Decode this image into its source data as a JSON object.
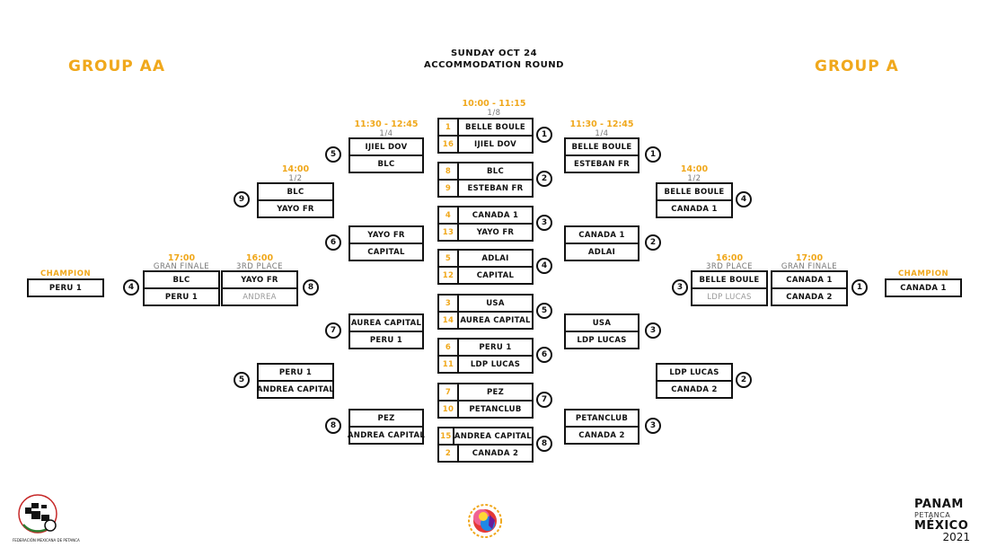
{
  "header": {
    "day": "SUNDAY OCT 24",
    "round": "ACCOMMODATION ROUND"
  },
  "groups": {
    "left": "GROUP AA",
    "right": "GROUP A"
  },
  "center": {
    "time": "10:00 - 11:15",
    "round": "1/8",
    "matches": [
      {
        "num": "1",
        "teams": [
          {
            "seed": "1",
            "name": "BELLE BOULE"
          },
          {
            "seed": "16",
            "name": "IJIEL DOV"
          }
        ]
      },
      {
        "num": "2",
        "teams": [
          {
            "seed": "8",
            "name": "BLC"
          },
          {
            "seed": "9",
            "name": "ESTEBAN FR"
          }
        ]
      },
      {
        "num": "3",
        "teams": [
          {
            "seed": "4",
            "name": "CANADA 1"
          },
          {
            "seed": "13",
            "name": "YAYO FR"
          }
        ]
      },
      {
        "num": "4",
        "teams": [
          {
            "seed": "5",
            "name": "ADLAI"
          },
          {
            "seed": "12",
            "name": "CAPITAL"
          }
        ]
      },
      {
        "num": "5",
        "teams": [
          {
            "seed": "3",
            "name": "USA"
          },
          {
            "seed": "14",
            "name": "AUREA CAPITAL"
          }
        ]
      },
      {
        "num": "6",
        "teams": [
          {
            "seed": "6",
            "name": "PERU 1"
          },
          {
            "seed": "11",
            "name": "LDP LUCAS"
          }
        ]
      },
      {
        "num": "7",
        "teams": [
          {
            "seed": "7",
            "name": "PEZ"
          },
          {
            "seed": "10",
            "name": "PETANCLUB"
          }
        ]
      },
      {
        "num": "8",
        "teams": [
          {
            "seed": "15",
            "name": "ANDREA CAPITAL"
          },
          {
            "seed": "2",
            "name": "CANADA 2"
          }
        ]
      }
    ]
  },
  "left": {
    "qf_time": "11:30 - 12:45",
    "qf_round": "1/4",
    "qf": [
      {
        "num": "5",
        "teams": [
          "IJIEL DOV",
          "BLC"
        ]
      },
      {
        "num": "6",
        "teams": [
          "YAYO FR",
          "CAPITAL"
        ]
      },
      {
        "num": "7",
        "teams": [
          "AUREA CAPITAL",
          "PERU 1"
        ]
      },
      {
        "num": "8",
        "teams": [
          "PEZ",
          "ANDREA CAPITAL"
        ]
      }
    ],
    "sf_time": "14:00",
    "sf_round": "1/2",
    "sf": [
      {
        "num": "9",
        "teams": [
          "BLC",
          "YAYO FR"
        ]
      },
      {
        "num": "5",
        "teams": [
          "PERU 1",
          "ANDREA CAPITAL"
        ]
      }
    ],
    "third_time": "16:00",
    "third_label": "3RD PLACE",
    "third": {
      "num": "8",
      "teams": [
        "YAYO FR",
        "ANDREA"
      ]
    },
    "final_time": "17:00",
    "final_label": "GRAN FINALE",
    "final": {
      "num": "4",
      "teams": [
        "BLC",
        "PERU 1"
      ]
    },
    "champion_label": "CHAMPION",
    "champion": "PERU 1"
  },
  "right": {
    "qf_time": "11:30 - 12:45",
    "qf_round": "1/4",
    "qf": [
      {
        "num": "1",
        "teams": [
          "BELLE BOULE",
          "ESTEBAN FR"
        ]
      },
      {
        "num": "2",
        "teams": [
          "CANADA 1",
          "ADLAI"
        ]
      },
      {
        "num": "3",
        "teams": [
          "USA",
          "LDP LUCAS"
        ]
      },
      {
        "num": "3",
        "teams": [
          "PETANCLUB",
          "CANADA 2"
        ]
      }
    ],
    "sf_time": "14:00",
    "sf_round": "1/2",
    "sf": [
      {
        "num": "4",
        "teams": [
          "BELLE BOULE",
          "CANADA 1"
        ]
      },
      {
        "num": "2",
        "teams": [
          "LDP LUCAS",
          "CANADA 2"
        ]
      }
    ],
    "third_time": "16:00",
    "third_label": "3RD PLACE",
    "third": {
      "num": "3",
      "teams": [
        "BELLE BOULE",
        "LDP LUCAS"
      ]
    },
    "final_time": "17:00",
    "final_label": "GRAN FINALE",
    "final": {
      "num": "1",
      "teams": [
        "CANADA 1",
        "CANADA 2"
      ]
    },
    "champion_label": "CHAMPION",
    "champion": "CANADA 1"
  },
  "footer": {
    "federation": "FEDERACIÓN MEXICANA DE PETANCA",
    "event_line1": "PANAM",
    "event_line2": "PETANCA",
    "event_line3": "MÉXICO",
    "event_year": "2021"
  },
  "colors": {
    "accent": "#f0a81c",
    "line": "#111111",
    "muted": "#999999"
  }
}
